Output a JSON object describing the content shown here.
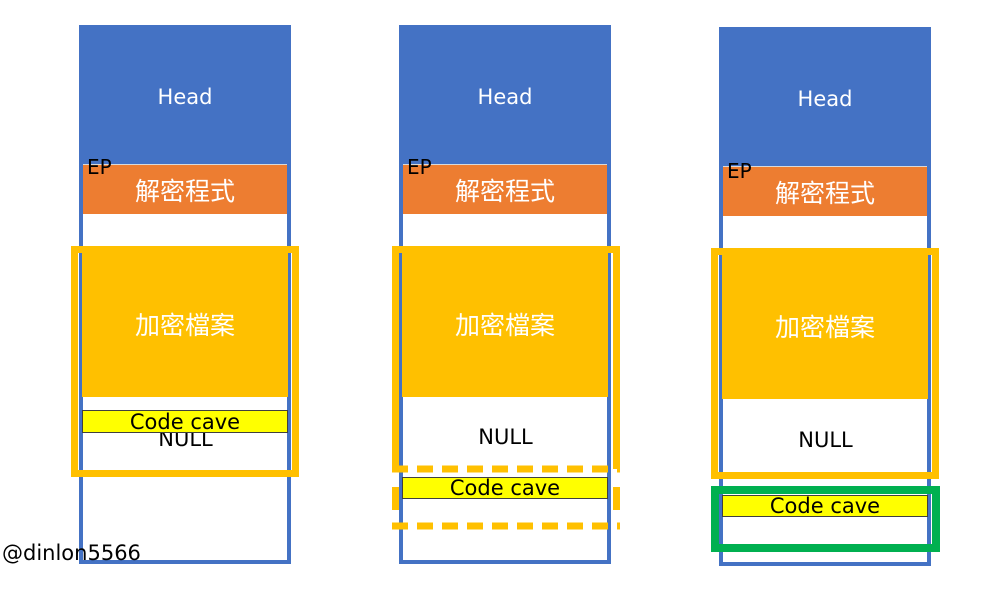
{
  "labels": {
    "head": "Head",
    "ep": "EP",
    "decryptor": "解密程式",
    "encrypted_file": "加密檔案",
    "null": "NULL",
    "code_cave": "Code cave"
  },
  "credit": "@dinlon5566",
  "colors": {
    "frame_blue": "#4472c4",
    "decryptor_orange": "#ed7d31",
    "encrypted_gold": "#ffc000",
    "code_cave_yellow": "#ffff00",
    "new_section_green": "#00b050"
  }
}
